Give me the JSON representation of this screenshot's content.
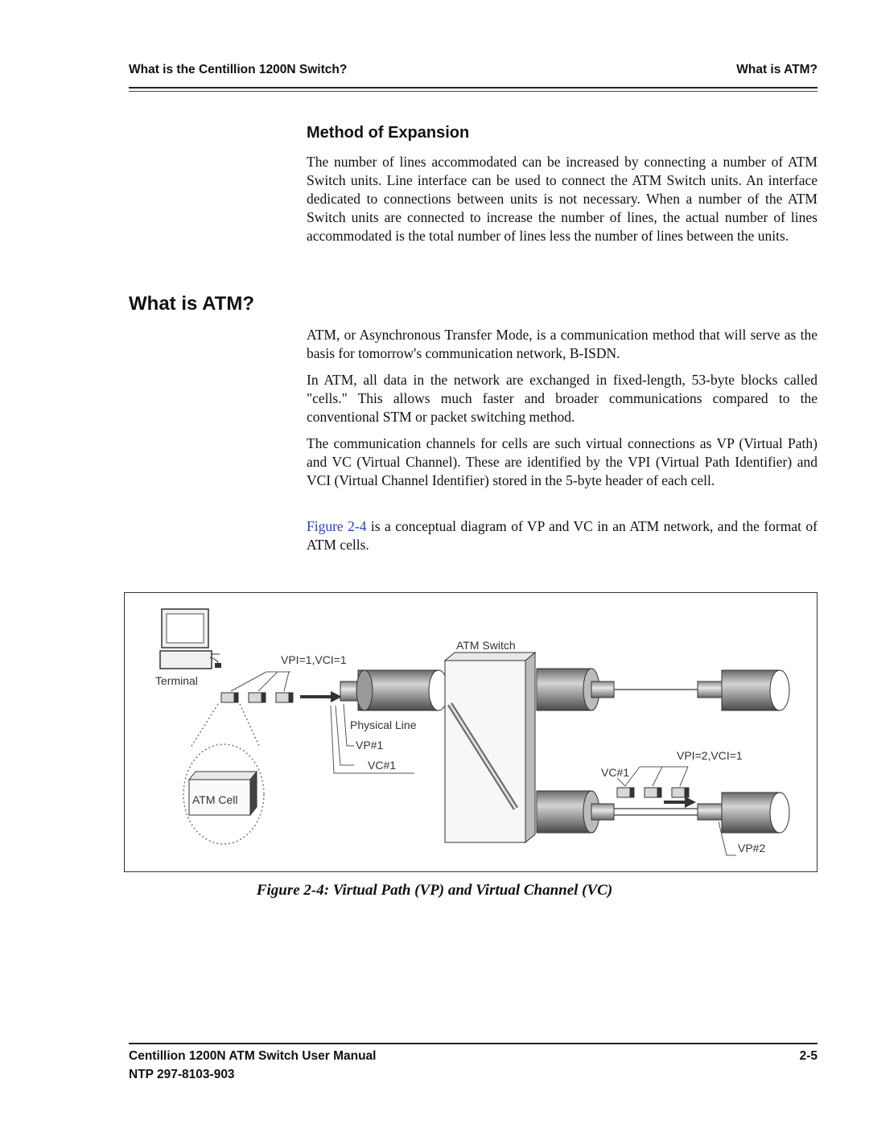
{
  "header": {
    "left": "What is the Centillion 1200N Switch?",
    "right": "What is ATM?"
  },
  "sections": {
    "expansion_title": "Method of Expansion",
    "expansion_body": "The number of lines accommodated can be increased by connecting a number of ATM Switch units. Line interface can be used to connect the ATM Switch units. An interface dedicated to connections between units is not necessary. When a number of the ATM Switch units are connected to increase the number of lines, the actual number of lines accommodated is the total number of lines less the number of lines between the units.",
    "atm_title": "What is ATM?",
    "atm_p1": "ATM, or Asynchronous Transfer Mode, is a communication method that will serve as the basis for tomorrow's communication network, B-ISDN.",
    "atm_p2": "In ATM, all data in the network are exchanged in fixed-length, 53-byte blocks called \"cells.\" This allows much faster and broader communications compared to the conventional STM or packet switching method.",
    "atm_p3": "The communication channels for cells are such virtual connections as VP (Virtual Path) and VC (Virtual Channel). These are identified by the VPI (Virtual Path Identifier) and VCI (Virtual Channel Identifier) stored in the 5-byte header of each cell.",
    "atm_p4_link": "Figure 2-4",
    "atm_p4_rest": " is a conceptual diagram of VP and VC in an ATM network, and the format of ATM cells."
  },
  "figure": {
    "labels": {
      "terminal": "Terminal",
      "atm_switch": "ATM Switch",
      "vpi1": "VPI=1,VCI=1",
      "physical_line": "Physical Line",
      "vp1": "VP#1",
      "vc1": "VC#1",
      "atm_cell": "ATM Cell",
      "vpi2": "VPI=2,VCI=1",
      "vc1_right": "VC#1",
      "vp2": "VP#2"
    },
    "caption": "Figure 2-4:  Virtual Path (VP) and Virtual Channel (VC)"
  },
  "footer": {
    "manual": "Centillion 1200N ATM Switch User Manual",
    "ntp": "NTP 297-8103-903",
    "page": "2-5"
  }
}
